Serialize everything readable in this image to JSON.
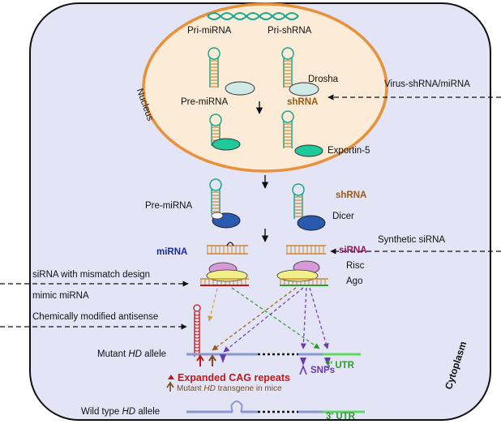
{
  "labels": {
    "pri_mirna": "Pri-miRNA",
    "pri_shrna": "Pri-shRNA",
    "drosha": "Drosha",
    "nucleus": "Nucleus",
    "pre_mirna_nuc": "Pre-miRNA",
    "shrna_nuc": "shRNA",
    "exportin": "Exportin-5",
    "virus": "Virus-shRNA/miRNA",
    "pre_mirna_cyt": "Pre-miRNA",
    "shrna_cyt": "shRNA",
    "dicer": "Dicer",
    "mirna": "miRNA",
    "sirna": "siRNA",
    "synthetic": "Synthetic siRNA",
    "mismatch": "siRNA with mismatch design",
    "mimic": "mimic miRNA",
    "risc": "Risc",
    "ago": "Ago",
    "chem": "Chemically modified antisense",
    "mutant_pre": "Mutant ",
    "hd": "HD",
    "allele": " allele",
    "utr1": "3' UTR",
    "snps": "SNPs",
    "cytoplasm": "Cytoplasm",
    "cag": "Expanded CAG repeats",
    "transgene_pre": "Mutant ",
    "transgene_post": " transgene in mice",
    "wild_pre": "Wild type ",
    "utr2": "3' UTR"
  },
  "colors": {
    "cell_fill": "#e4e4f7",
    "nucleus_fill": "#fcebd7",
    "nucleus_stroke": "#e8913a",
    "rna": "#c98a2e",
    "exportin": "#1fc99a",
    "dicer": "#2a59b0",
    "risc": "#d79ad8",
    "ago": "#f3f08a",
    "mirna_target": "#c01818",
    "sirna_target": "#2d9a2d",
    "snp": "#6a3ab0",
    "mrna": "#8a97c9",
    "transgene": "#7a4a1a"
  },
  "icons": [
    "dna-helix-icon",
    "hairpin-icon",
    "arrow-icon"
  ]
}
